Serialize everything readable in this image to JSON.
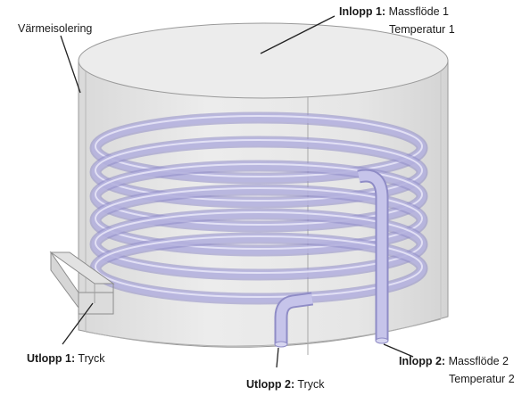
{
  "labels": {
    "insulation": "Värmeisolering",
    "inlet1": {
      "name": "Inlopp 1:",
      "line1": "Massflöde 1",
      "line2": "Temperatur 1"
    },
    "outlet1": {
      "name": "Utlopp 1:",
      "line1": "Tryck"
    },
    "outlet2": {
      "name": "Utlopp 2:",
      "line1": "Tryck"
    },
    "inlet2": {
      "name": "Inlopp 2:",
      "line1": "Massflöde 2",
      "line2": "Temperatur 2"
    }
  },
  "colors": {
    "tank_fill": "#e6e6e6",
    "tank_top": "#e9e9e9",
    "tank_edge": "#9a9a9a",
    "coil_fill": "#b9b7e2",
    "coil_edge": "#8f8cc6",
    "leader_line": "#222222"
  },
  "coil": {
    "turns": 6
  }
}
